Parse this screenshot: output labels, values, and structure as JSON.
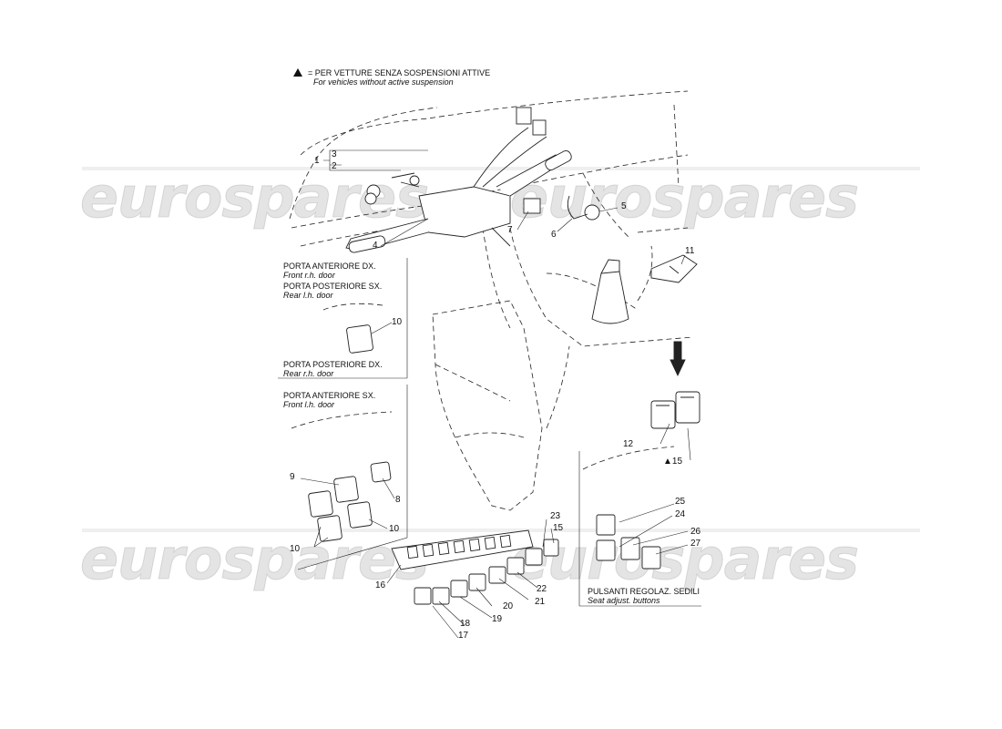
{
  "legend": {
    "symbol": "▲",
    "text_it": "= PER VETTURE SENZA SOSPENSIONI ATTIVE",
    "text_en": "For vehicles without active suspension"
  },
  "captions": {
    "front_rh_it": "PORTA ANTERIORE DX.",
    "front_rh_en": "Front r.h. door",
    "rear_lh_it": "PORTA POSTERIORE SX.",
    "rear_lh_en": "Rear l.h. door",
    "rear_rh_it": "PORTA POSTERIORE DX.",
    "rear_rh_en": "Rear r.h. door",
    "front_lh_it": "PORTA ANTERIORE SX.",
    "front_lh_en": "Front l.h. door",
    "seat_it": "PULSANTI REGOLAZ. SEDILI",
    "seat_en": "Seat adjust. buttons"
  },
  "callouts": {
    "n1": "1",
    "n2": "2",
    "n3": "3",
    "n4": "4",
    "n5": "5",
    "n6": "6",
    "n7": "7",
    "n8": "8",
    "n9": "9",
    "n10a": "10",
    "n10b": "10",
    "n10c": "10",
    "n11": "11",
    "n12": "12",
    "n15a": "▲15",
    "n15b": "15",
    "n16": "16",
    "n17": "17",
    "n18": "18",
    "n19": "19",
    "n20": "20",
    "n21": "21",
    "n22": "22",
    "n23": "23",
    "n24": "24",
    "n25": "25",
    "n26": "26",
    "n27": "27"
  },
  "watermark": "eurospares"
}
